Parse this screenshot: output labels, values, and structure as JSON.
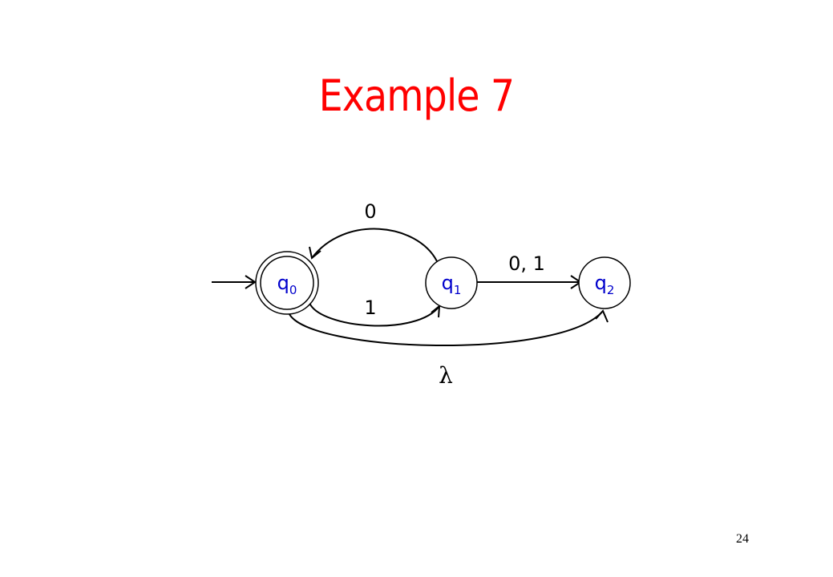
{
  "slide": {
    "title": "Example 7",
    "page_number": "24",
    "title_color": "#ff0000",
    "state_label_color": "#0000cc"
  },
  "automaton": {
    "states": [
      {
        "id": "q0",
        "base": "q",
        "sub": "0",
        "accepting": true,
        "initial": true
      },
      {
        "id": "q1",
        "base": "q",
        "sub": "1",
        "accepting": false,
        "initial": false
      },
      {
        "id": "q2",
        "base": "q",
        "sub": "2",
        "accepting": false,
        "initial": false
      }
    ],
    "transitions": [
      {
        "from": "q1",
        "to": "q0",
        "label": "0"
      },
      {
        "from": "q0",
        "to": "q1",
        "label": "1"
      },
      {
        "from": "q1",
        "to": "q2",
        "label": "0, 1"
      },
      {
        "from": "q0",
        "to": "q2",
        "label": "λ"
      }
    ]
  }
}
